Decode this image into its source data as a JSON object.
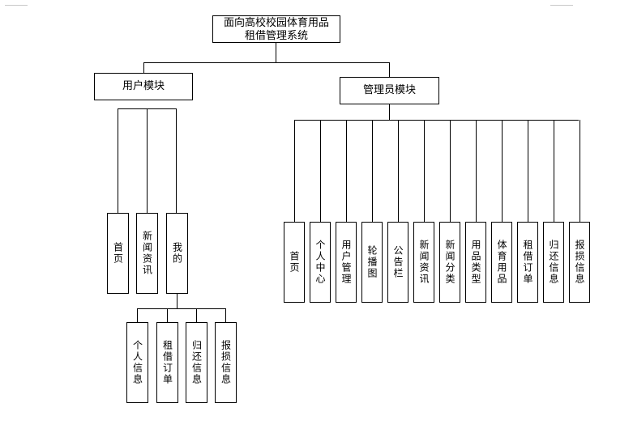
{
  "root": {
    "line1": "面向高校校园体育用品",
    "line2": "租借管理系统"
  },
  "user_module": {
    "title": "用户模块",
    "items": [
      "首页",
      "新闻资讯",
      "我的"
    ],
    "my_sub_items": [
      "个人信息",
      "租借订单",
      "归还信息",
      "报损信息"
    ]
  },
  "admin_module": {
    "title": "管理员模块",
    "items": [
      "首页",
      "个人中心",
      "用户管理",
      "轮播图",
      "公告栏",
      "新闻资讯",
      "新闻分类",
      "用品类型",
      "体育用品",
      "租借订单",
      "归还信息",
      "报损信息"
    ]
  }
}
